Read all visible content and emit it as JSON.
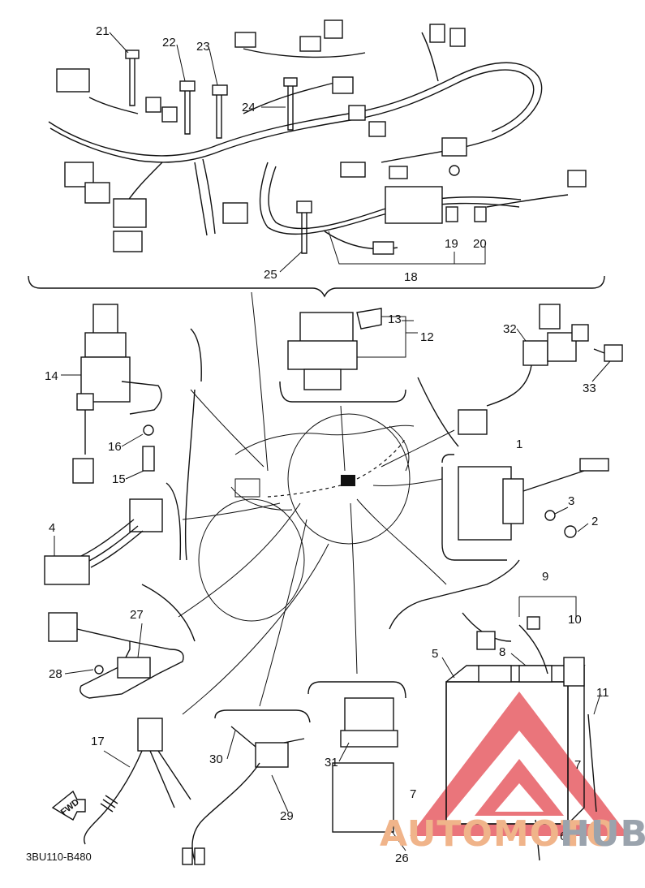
{
  "diagram": {
    "drawing_code": "3BU110-B480",
    "fwd_arrow_text": "FWD",
    "part_numbers": {
      "p1": "1",
      "p2": "2",
      "p3": "3",
      "p4": "4",
      "p5": "5",
      "p6": "6",
      "p7a": "7",
      "p7b": "7",
      "p8": "8",
      "p9": "9",
      "p10": "10",
      "p11": "11",
      "p12": "12",
      "p13": "13",
      "p14": "14",
      "p15": "15",
      "p16": "16",
      "p17": "17",
      "p18": "18",
      "p19": "19",
      "p20": "20",
      "p21": "21",
      "p22": "22",
      "p23": "23",
      "p24": "24",
      "p25": "25",
      "p26": "26",
      "p27": "27",
      "p28": "28",
      "p29": "29",
      "p30": "30",
      "p31": "31",
      "p32": "32",
      "p33": "33"
    }
  },
  "watermark": {
    "word_colored": "AUTOMOTO",
    "word_gray": "HUB",
    "logo_color": "#e0343c"
  }
}
